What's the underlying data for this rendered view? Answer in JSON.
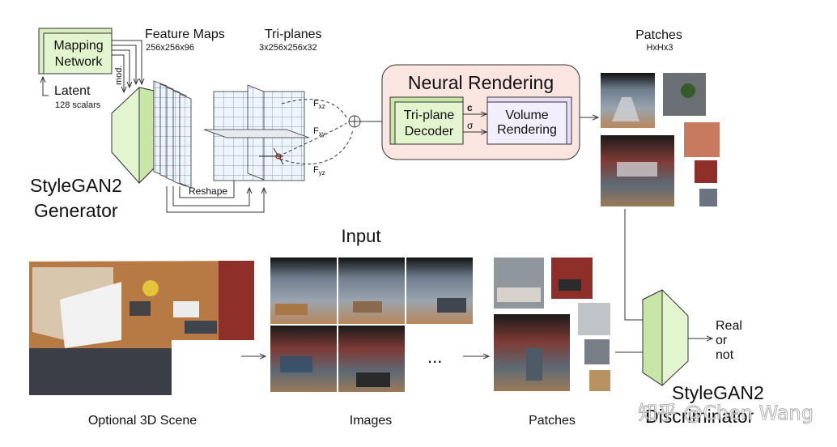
{
  "generator": {
    "mapping_network": [
      "Mapping",
      "Network"
    ],
    "latent_label": "Latent",
    "latent_sub": "128 scalars",
    "mod_label": "mod.",
    "name": [
      "StyleGAN2",
      "Generator"
    ],
    "reshape_label": "Reshape"
  },
  "feature_maps": {
    "title": "Feature Maps",
    "sub": "256x256x96"
  },
  "triplanes": {
    "title": "Tri-planes",
    "sub": "3x256x256x32",
    "f_xz": "F",
    "f_xz_sub": "xz",
    "f_xy": "F",
    "f_xy_sub": "xy",
    "f_yz": "F",
    "f_yz_sub": "yz"
  },
  "neural_rendering": {
    "title": "Neural Rendering",
    "decoder": [
      "Tri-plane",
      "Decoder"
    ],
    "c_label": "c",
    "sigma_label": "σ",
    "volume": [
      "Volume",
      "Rendering"
    ]
  },
  "patches_top": {
    "title": "Patches",
    "sub": "HxHx3"
  },
  "input_title": "Input",
  "ellipsis": "...",
  "bottom_labels": {
    "scene": "Optional 3D Scene",
    "images": "Images",
    "patches": "Patches"
  },
  "discriminator": {
    "name": [
      "StyleGAN2",
      "Discriminator"
    ],
    "output": [
      "Real",
      "or",
      "not"
    ]
  },
  "watermark": "知乎 @Chen Wang",
  "colors": {
    "green_box": "#e3f5cf",
    "pink_box": "#fbe5e0",
    "lavender_box": "#f3eefb",
    "wall_red": "#8e2f2a",
    "floor_wood": "#b77a45"
  }
}
